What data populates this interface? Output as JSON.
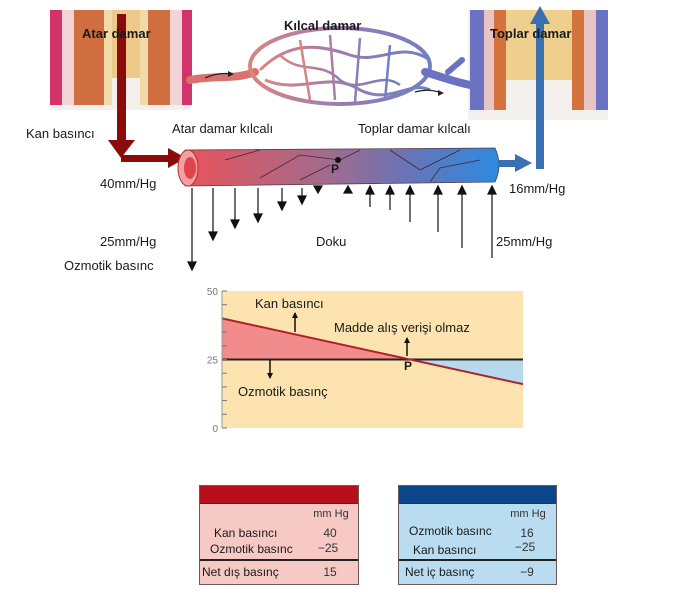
{
  "top": {
    "artery_label": "Atar damar",
    "capillary_label": "Kılcal damar",
    "vein_label": "Toplar damar"
  },
  "middle": {
    "blood_pressure_label": "Kan basıncı",
    "arterial_capillary_label": "Atar damar kılcalı",
    "venous_capillary_label": "Toplar damar kılcalı",
    "arterial_bp_value": "40mm/Hg",
    "arterial_osmotic_value": "25mm/Hg",
    "osmotic_label": "Ozmotik basınc",
    "point_label": "P",
    "tissue_label": "Doku",
    "venous_bp_value": "16mm/Hg",
    "venous_osmotic_value": "25mm/Hg"
  },
  "colors": {
    "artery_red": "#8b0a0a",
    "vein_blue": "#3a6fb0",
    "chart_bg": "#fde3b0",
    "chart_red_fill": "#f28b8b",
    "chart_blue_fill": "#b7d9ee",
    "table_red_header": "#b70f1c",
    "table_red_body": "#f7c9c4",
    "table_blue_header": "#0a4688",
    "table_blue_body": "#b9dcf0"
  },
  "chart_data": {
    "type": "line",
    "title": "",
    "xlabel": "",
    "ylabel": "",
    "ylim": [
      0,
      50
    ],
    "yticks": [
      0,
      25,
      50
    ],
    "x": [
      0,
      1
    ],
    "series": [
      {
        "name": "Kan basıncı",
        "values": [
          40,
          16
        ]
      },
      {
        "name": "Ozmotik basınç",
        "values": [
          25,
          25
        ]
      }
    ],
    "crossing_point": {
      "label": "P",
      "x": 0.625,
      "y": 25
    },
    "annotations": [
      {
        "text": "Kan basıncı",
        "arrow": "up"
      },
      {
        "text": "Madde alış verişi olmaz",
        "arrow": "up"
      },
      {
        "text": "Ozmotik basınç",
        "arrow": "down"
      },
      {
        "text": "P"
      }
    ],
    "grid": false
  },
  "table_arterial": {
    "unit_header": "mm Hg",
    "rows": [
      {
        "label": "Kan basıncı",
        "value": "40"
      },
      {
        "label": "Ozmotik basınc",
        "value": "−25"
      }
    ],
    "total": {
      "label": "Net dış basınç",
      "value": "15"
    }
  },
  "table_venous": {
    "unit_header": "mm Hg",
    "rows": [
      {
        "label": "Ozmotik basınc",
        "value": "16"
      },
      {
        "label": "Kan basıncı",
        "value": "−25"
      }
    ],
    "total": {
      "label": "Net iç basınç",
      "value": "−9"
    }
  }
}
